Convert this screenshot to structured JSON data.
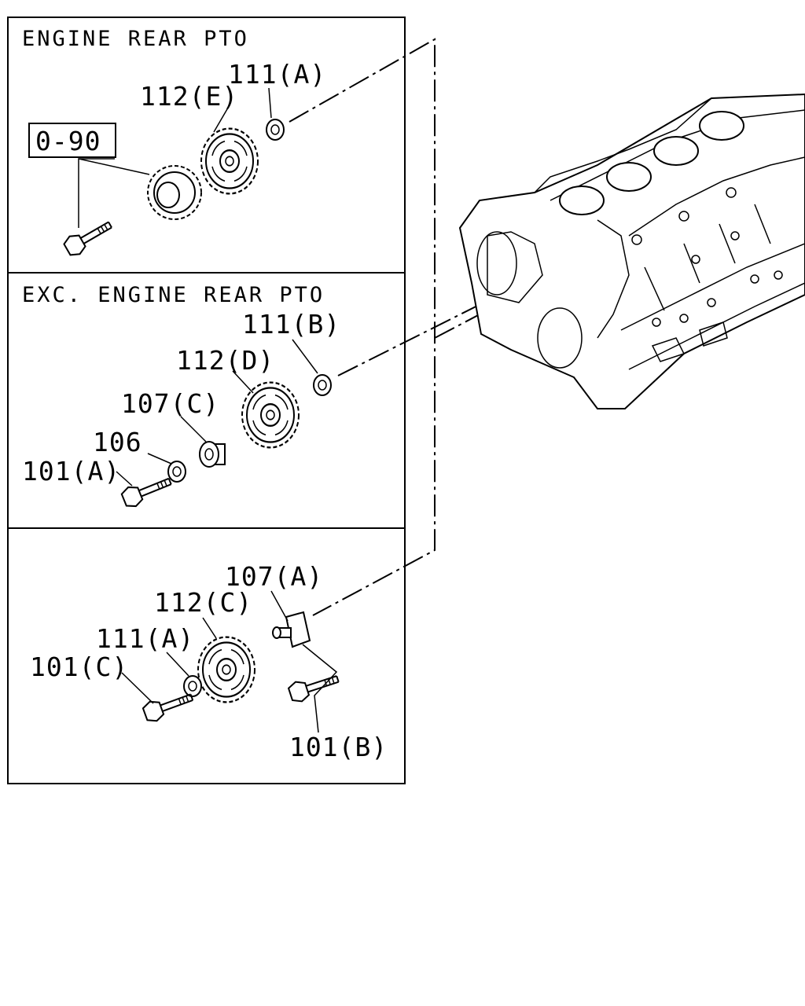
{
  "sections": [
    {
      "title": "ENGINE REAR PTO"
    },
    {
      "title": "EXC. ENGINE REAR PTO"
    },
    {
      "title": ""
    }
  ],
  "ref_box": "0-90",
  "callouts": {
    "s1_111a": "111(A)",
    "s1_112e": "112(E)",
    "s2_111b": "111(B)",
    "s2_112d": "112(D)",
    "s2_107c": "107(C)",
    "s2_106": "106",
    "s2_101a": "101(A)",
    "s3_107a": "107(A)",
    "s3_112c": "112(C)",
    "s3_111a": "111(A)",
    "s3_101c": "101(C)",
    "s3_101b": "101(B)"
  }
}
